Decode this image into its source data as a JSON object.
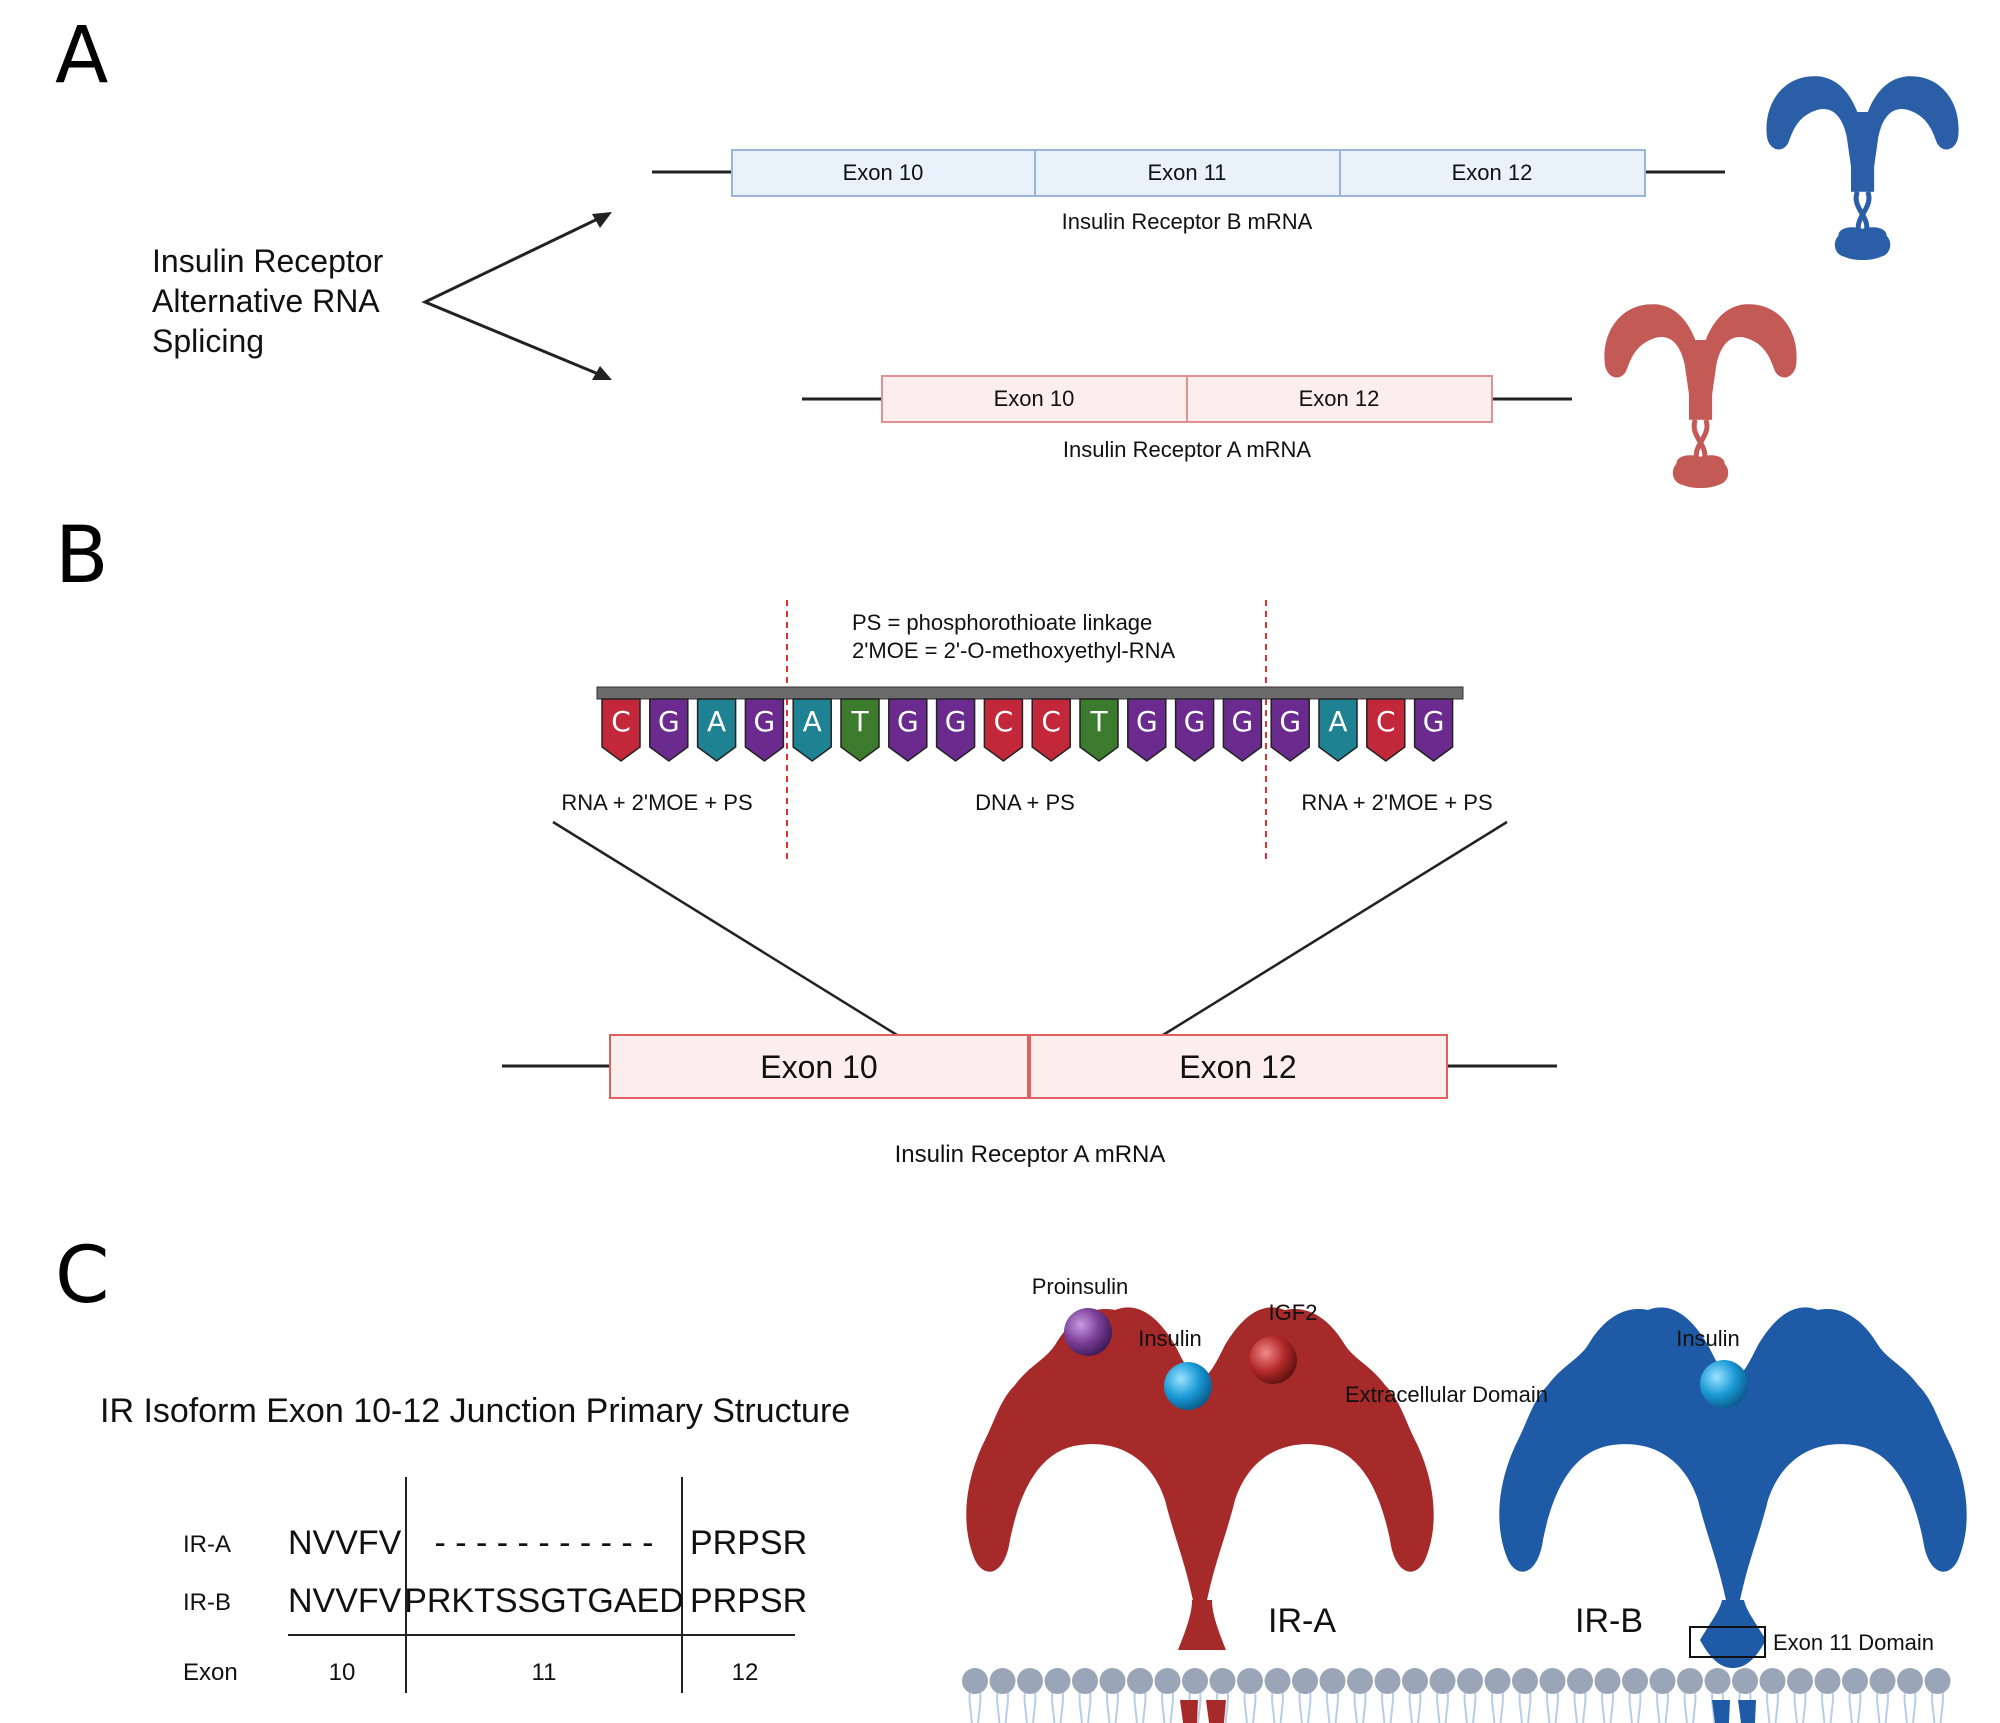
{
  "panel_a": {
    "label": "A",
    "splicing_label": [
      "Insulin Receptor",
      "Alternative RNA",
      "Splicing"
    ],
    "mrna_b": {
      "exons": [
        "Exon 10",
        "Exon 11",
        "Exon 12"
      ],
      "caption": "Insulin Receptor B mRNA",
      "fill": "#e9f1fb",
      "stroke": "#9ab4da"
    },
    "mrna_a": {
      "exons": [
        "Exon 10",
        "Exon 12"
      ],
      "caption": "Insulin Receptor A mRNA",
      "fill": "#fdeeee",
      "stroke": "#e39090"
    },
    "receptor_b_color": "#2a5fa8",
    "receptor_a_color": "#c45a55"
  },
  "panel_b": {
    "label": "B",
    "legend": [
      "PS = phosphorothioate linkage",
      "2'MOE = 2'-O-methoxyethyl-RNA"
    ],
    "sequence": [
      {
        "base": "C",
        "color": "#c2283a"
      },
      {
        "base": "G",
        "color": "#6b2a8e"
      },
      {
        "base": "A",
        "color": "#1e8293"
      },
      {
        "base": "G",
        "color": "#6b2a8e"
      },
      {
        "base": "A",
        "color": "#1e8293"
      },
      {
        "base": "T",
        "color": "#3c7a2e"
      },
      {
        "base": "G",
        "color": "#6b2a8e"
      },
      {
        "base": "G",
        "color": "#6b2a8e"
      },
      {
        "base": "C",
        "color": "#c2283a"
      },
      {
        "base": "C",
        "color": "#c2283a"
      },
      {
        "base": "T",
        "color": "#3c7a2e"
      },
      {
        "base": "G",
        "color": "#6b2a8e"
      },
      {
        "base": "G",
        "color": "#6b2a8e"
      },
      {
        "base": "G",
        "color": "#6b2a8e"
      },
      {
        "base": "G",
        "color": "#6b2a8e"
      },
      {
        "base": "A",
        "color": "#1e8293"
      },
      {
        "base": "C",
        "color": "#c2283a"
      },
      {
        "base": "G",
        "color": "#6b2a8e"
      }
    ],
    "regions": [
      "RNA + 2'MOE + PS",
      "DNA + PS",
      "RNA + 2'MOE + PS"
    ],
    "mrna": {
      "exons": [
        "Exon 10",
        "Exon 12"
      ],
      "caption": "Insulin Receptor A mRNA"
    }
  },
  "panel_c": {
    "label": "C",
    "table_title": "IR Isoform Exon 10-12 Junction Primary Structure",
    "rows": [
      {
        "name": "IR-A",
        "exon10": "NVVFV",
        "exon11": "- - - - - - - - - - -",
        "exon12": "PRPSR"
      },
      {
        "name": "IR-B",
        "exon10": "NVVFV",
        "exon11": "PRKTSSGTGAED",
        "exon12": "PRPSR"
      }
    ],
    "exon_row": {
      "name": "Exon",
      "values": [
        "10",
        "11",
        "12"
      ]
    },
    "ligands": {
      "proinsulin": "Proinsulin",
      "insulin": "Insulin",
      "igf2": "IGF2",
      "insulin_b": "Insulin"
    },
    "labels": {
      "extracellular": "Extracellular Domain",
      "ir_a": "IR-A",
      "ir_b": "IR-B",
      "exon11_domain": "Exon 11 Domain"
    },
    "colors": {
      "ir_a": "#a62a2a",
      "ir_b": "#1f5aa6",
      "proinsulin": "#7a3e98",
      "insulin": "#1a9ad6",
      "igf2": "#b52a2a",
      "membrane_head": "#9aa6b8",
      "membrane_tail": "#b8cde6"
    }
  }
}
